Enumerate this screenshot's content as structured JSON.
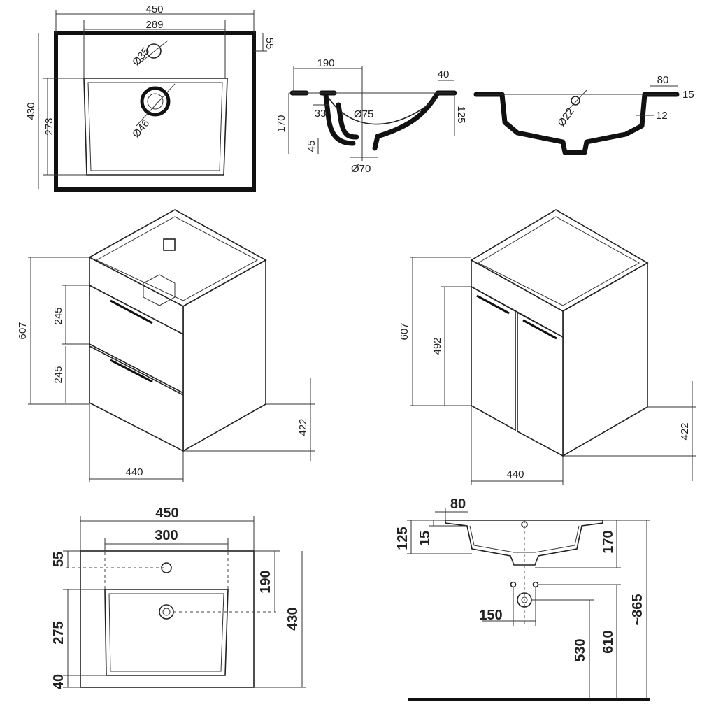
{
  "plan_top": {
    "width": "450",
    "hole_spacing": "289",
    "depth": "430",
    "bowl_depth": "273",
    "edge_offset": "55",
    "tap_hole": "Ø35",
    "drain_hole": "Ø46"
  },
  "section_side": {
    "tap_offset": "190",
    "rim": "40",
    "height": "170",
    "bowl_height": "125",
    "overflow": "33",
    "drain_size": "Ø75",
    "trap_height": "45",
    "trap_size": "Ø70"
  },
  "section_front": {
    "rim_width": "80",
    "rim_thickness": "15",
    "wall": "12",
    "drain_size": "Ø22"
  },
  "cabinet_drawers": {
    "height": "607",
    "drawer_top": "245",
    "drawer_bottom": "245",
    "width": "440",
    "depth": "422"
  },
  "cabinet_doors": {
    "height": "607",
    "door_height": "492",
    "width": "440",
    "depth": "422"
  },
  "plan_bottom": {
    "width": "450",
    "hole_spacing": "300",
    "edge_offset": "55",
    "bowl_offset": "275",
    "front_rim": "40",
    "drain_offset": "190",
    "depth": "430"
  },
  "install": {
    "rim_width": "80",
    "rim_height": "125",
    "rim_thickness": "15",
    "basin_height": "170",
    "spacing": "150",
    "drain_height": "530",
    "fixing_height": "610",
    "total_height": "~865"
  }
}
